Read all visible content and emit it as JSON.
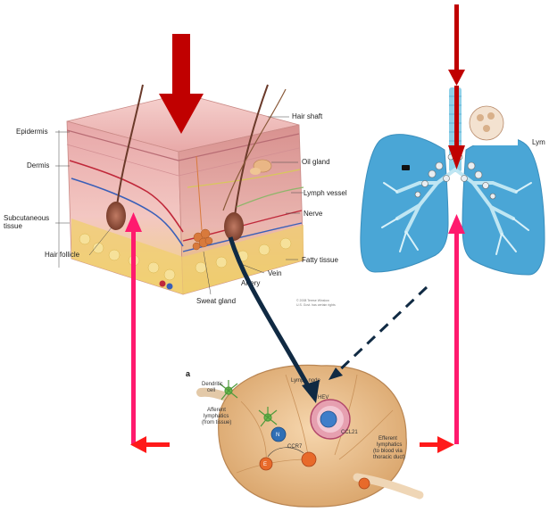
{
  "skin": {
    "labels": {
      "epidermis": "Epidermis",
      "dermis": "Dermis",
      "subcutaneous_1": "Subcutaneous",
      "subcutaneous_2": "tissue",
      "hair_follicle": "Hair follicle",
      "hair_shaft": "Hair shaft",
      "oil_gland": "Oil gland",
      "lymph_vessel": "Lymph vessel",
      "nerve": "Nerve",
      "fatty_tissue": "Fatty tissue",
      "vein": "Vein",
      "artery": "Artery",
      "sweat_gland": "Sweat gland"
    },
    "copyright_1": "© 2008 Terese Winslow",
    "copyright_2": "U.S. Govt. has certain rights"
  },
  "lungs": {
    "label": "Lym"
  },
  "node": {
    "panel_letter": "a",
    "labels": {
      "lymph_node": "Lymph node",
      "dendritic_1": "Dendritic",
      "dendritic_2": "cell",
      "afferent_1": "Afferent",
      "afferent_2": "lymphatics",
      "afferent_3": "(from tissue)",
      "hev": "HEV",
      "ccl21": "CCL21",
      "ccr7": "CCR7",
      "n_cell": "N",
      "e_cell": "E",
      "efferent_1": "Efferent",
      "efferent_2": "lymphatics",
      "efferent_3": "(to blood via",
      "efferent_4": "thoracic duct)"
    }
  },
  "colors": {
    "red_arrow": "#c00000",
    "pink_arrow": "#ff1a6e",
    "bright_red": "#ff1a1a",
    "navy_arrow": "#102a43",
    "lung_blue": "#4aa6d6",
    "node_tan": "#e9bf8c"
  }
}
